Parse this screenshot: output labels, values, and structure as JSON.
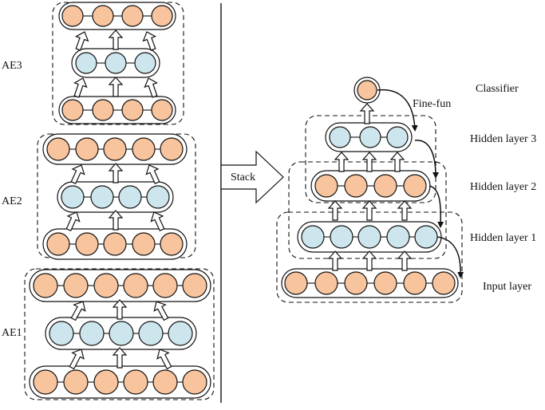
{
  "left": {
    "ae3_label": "AE3",
    "ae2_label": "AE2",
    "ae1_label": "AE1"
  },
  "middle": {
    "stack_label": "Stack"
  },
  "right": {
    "classifier_label": "Classifier",
    "finetune_label": "Fine-fun",
    "hidden3_label": "Hidden layer 3",
    "hidden2_label": "Hidden layer 2",
    "hidden1_label": "Hidden layer 1",
    "input_label": "Input layer"
  },
  "colors": {
    "orange_node": "#f7c49e",
    "blue_node": "#cde6ee",
    "line": "#111111",
    "background": "#ffffff"
  }
}
